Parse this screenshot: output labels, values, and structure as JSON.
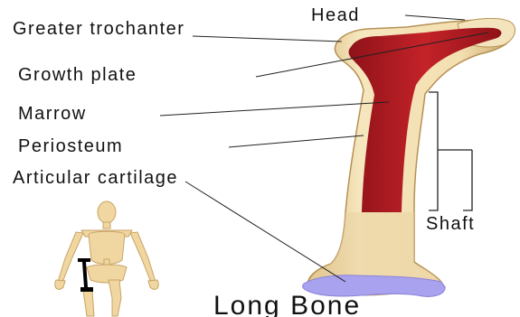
{
  "labels": {
    "head": "Head",
    "greater_trochanter": "Greater trochanter",
    "growth_plate": "Growth plate",
    "marrow": "Marrow",
    "periosteum": "Periosteum",
    "articular_cartilage": "Articular cartilage",
    "shaft": "Shaft"
  },
  "caption": "Long Bone",
  "colors": {
    "bone": "#f3e0b4",
    "bone_shade": "#e2c58e",
    "marrow": "#b81c23",
    "cartilage": "#a9a2ef",
    "skeleton": "#f0d7a2",
    "highlight": "#000000"
  }
}
